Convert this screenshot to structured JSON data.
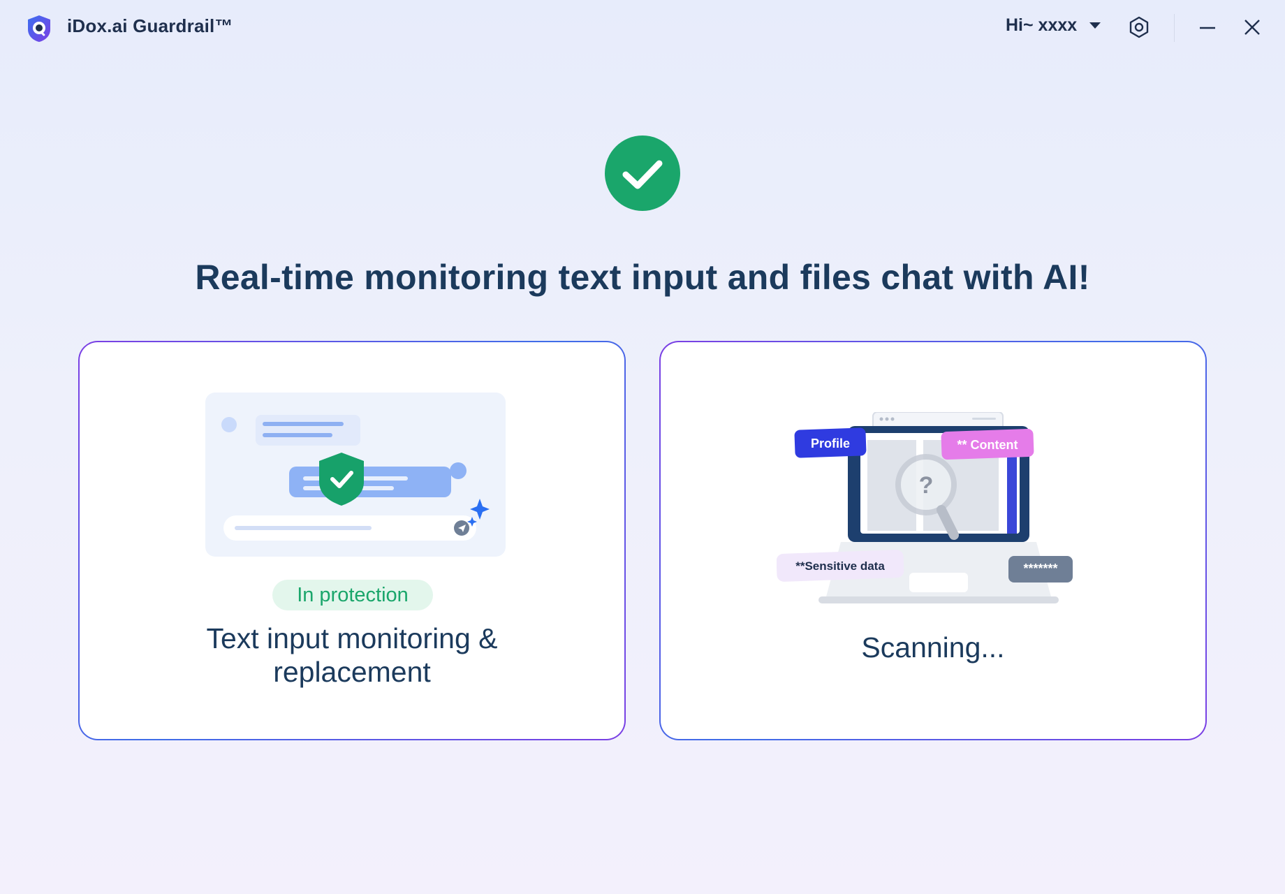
{
  "app": {
    "title": "iDox.ai Guardrail™",
    "logo_icon": "shield-search-logo"
  },
  "header": {
    "greeting": "Hi~ xxxx",
    "settings_icon": "gear-icon",
    "minimize_icon": "minimize-icon",
    "close_icon": "close-icon"
  },
  "hero": {
    "status_icon": "check-circle-icon",
    "headline": "Real-time monitoring text input and files chat with AI!"
  },
  "cards": {
    "text_monitoring": {
      "badge": "In protection",
      "title_line1": "Text input monitoring &",
      "title_line2": "replacement"
    },
    "file_scanning": {
      "tag_profile": "Profile",
      "tag_content": "** Content",
      "tag_sensitive": "**Sensitive data",
      "tag_masked": "*******",
      "title": "Scanning..."
    }
  },
  "colors": {
    "accent_green": "#1aa66b",
    "headline": "#1b3a5c",
    "border_purple": "#7b3fe4",
    "border_blue": "#3f6ee8"
  }
}
